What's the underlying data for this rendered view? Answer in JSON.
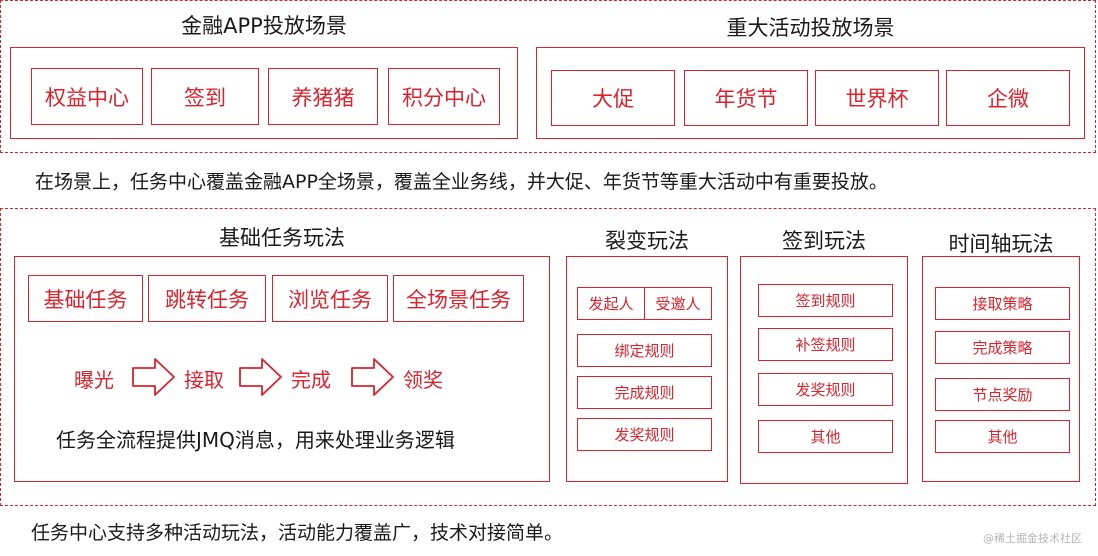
{
  "top_section": {
    "finance_app": {
      "title": "金融APP投放场景",
      "items": [
        "权益中心",
        "签到",
        "养猪猪",
        "积分中心"
      ]
    },
    "major_events": {
      "title": "重大活动投放场景",
      "items": [
        "大促",
        "年货节",
        "世界杯",
        "企微"
      ]
    },
    "caption": "在场景上，任务中心覆盖金融APP全场景，覆盖全业务线，并大促、年货节等重大活动中有重要投放。"
  },
  "bottom_section": {
    "basic": {
      "title": "基础任务玩法",
      "items": [
        "基础任务",
        "跳转任务",
        "浏览任务",
        "全场景任务"
      ],
      "flow": [
        "曝光",
        "接取",
        "完成",
        "领奖"
      ],
      "note": "任务全流程提供JMQ消息，用来处理业务逻辑"
    },
    "fission": {
      "title": "裂变玩法",
      "pair": [
        "发起人",
        "受邀人"
      ],
      "items": [
        "绑定规则",
        "完成规则",
        "发奖规则"
      ]
    },
    "signin": {
      "title": "签到玩法",
      "items": [
        "签到规则",
        "补签规则",
        "发奖规则",
        "其他"
      ]
    },
    "timeline": {
      "title": "时间轴玩法",
      "items": [
        "接取策略",
        "完成策略",
        "节点奖励",
        "其他"
      ]
    },
    "caption": "任务中心支持多种活动玩法，活动能力覆盖广，技术对接简单。"
  },
  "watermark": "@稀土掘金技术社区",
  "colors": {
    "accent": "#d9232d",
    "text": "#1a1a1a"
  }
}
